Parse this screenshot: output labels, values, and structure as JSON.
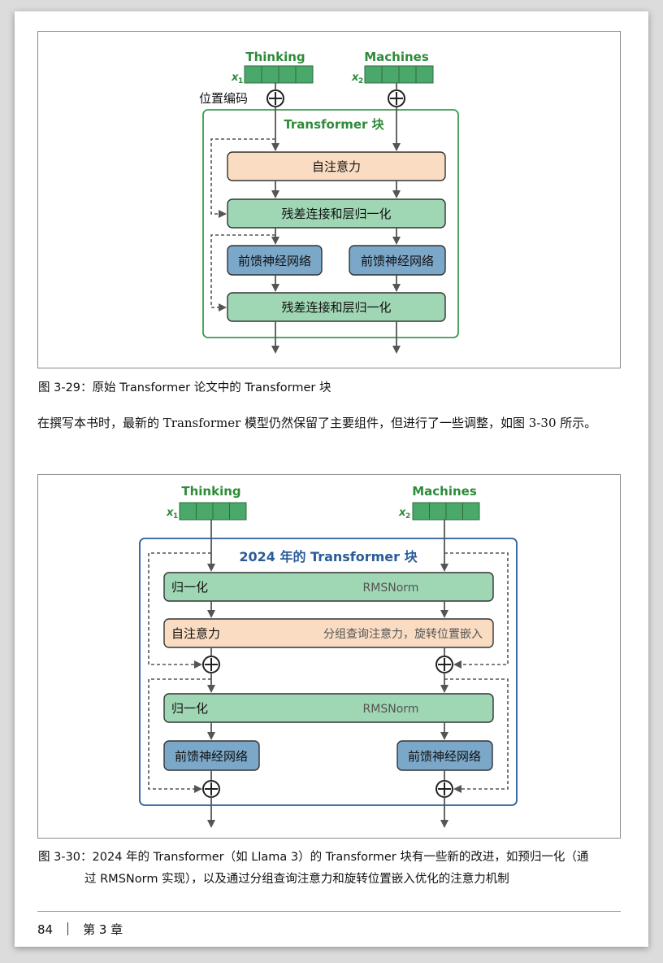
{
  "figure1": {
    "token1": "Thinking",
    "token2": "Machines",
    "x1": "x",
    "x1_sub": "1",
    "x2": "x",
    "x2_sub": "2",
    "pos_encoding": "位置编码",
    "block_title": "Transformer 块",
    "self_attention": "自注意力",
    "residual_norm_1": "残差连接和层归一化",
    "ffn_left": "前馈神经网络",
    "ffn_right": "前馈神经网络",
    "residual_norm_2": "残差连接和层归一化"
  },
  "caption1": "图 3-29：原始 Transformer 论文中的 Transformer 块",
  "paragraph": "在撰写本书时，最新的 Transformer 模型仍然保留了主要组件，但进行了一些调整，如图 3-30 所示。",
  "figure2": {
    "token1": "Thinking",
    "token2": "Machines",
    "x1": "x",
    "x1_sub": "1",
    "x2": "x",
    "x2_sub": "2",
    "block_title": "2024 年的 Transformer 块",
    "norm1_label": "归一化",
    "norm1_sub": "RMSNorm",
    "attn_label": "自注意力",
    "attn_sub": "分组查询注意力，旋转位置嵌入",
    "norm2_label": "归一化",
    "norm2_sub": "RMSNorm",
    "ffn_left": "前馈神经网络",
    "ffn_right": "前馈神经网络"
  },
  "caption2_line1": "图 3-30：2024 年的 Transformer（如 Llama 3）的 Transformer 块有一些新的改进，如预归一化（通",
  "caption2_line2": "过 RMSNorm 实现），以及通过分组查询注意力和旋转位置嵌入优化的注意力机制",
  "footer": {
    "page_number": "84",
    "chapter": "第 3 章"
  },
  "colors": {
    "green_box": "#9fd6b4",
    "peach_box": "#f9dcc2",
    "blue_box": "#7ba7c9",
    "green_title": "#2e8b3a",
    "blue_title": "#2a5c9a",
    "token_cell": "#4aa86a"
  }
}
